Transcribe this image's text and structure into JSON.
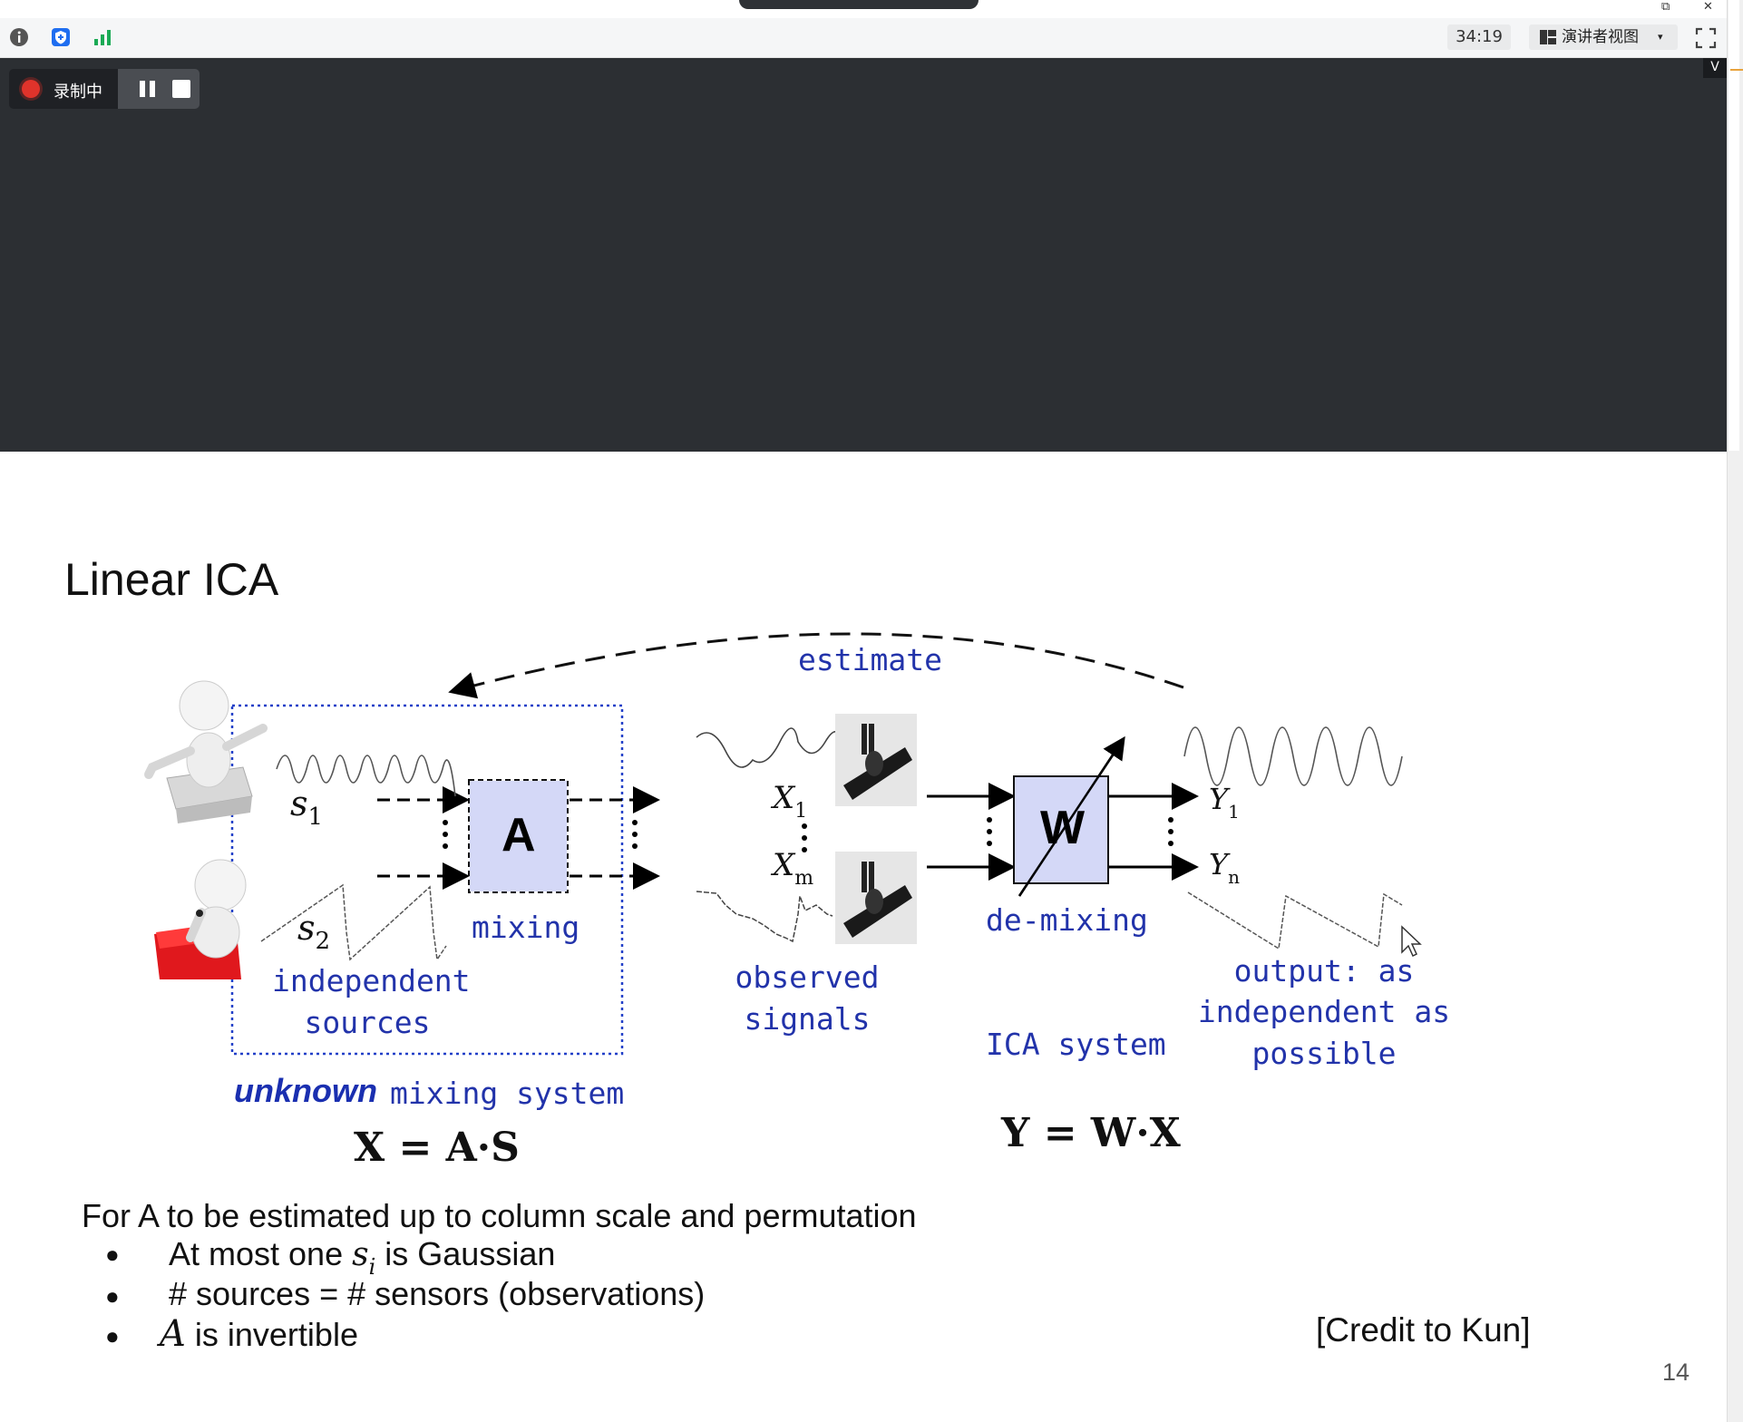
{
  "window": {
    "title_tab": "",
    "restore_symbol": "⧉",
    "close_symbol": "✕"
  },
  "toolbar": {
    "info_icon": "info-icon",
    "shield_icon": "shield-icon",
    "signal_icon": "signal-icon",
    "timer": "34:19",
    "view_label": "演讲者视图",
    "view_caret": "▾",
    "fullscreen_icon": "fullscreen-icon"
  },
  "recording": {
    "label": "录制中",
    "collapse_symbol": "V"
  },
  "colors": {
    "dark_bg": "#2c2f33",
    "rec_red": "#e0332b",
    "diagram_blue": "#2233aa",
    "box_fill": "#d4d8f7"
  },
  "slide": {
    "title": "Linear ICA",
    "diagram": {
      "estimate": "estimate",
      "s1": "s",
      "s1_sub": "1",
      "s2": "s",
      "s2_sub": "2",
      "independent": "independent",
      "sources": "sources",
      "box_a": "A",
      "mixing": "mixing",
      "unknown": "unknown",
      "mixing_system": "mixing system",
      "eq_left": "X = A·S",
      "x1": "X",
      "x1_sub": "1",
      "xm": "X",
      "xm_sub": "m",
      "observed": "observed",
      "signals": "signals",
      "box_w": "W",
      "demixing": "de-mixing",
      "ica_system": "ICA system",
      "y1": "Y",
      "y1_sub": "1",
      "yn": "Y",
      "yn_sub": "n",
      "output1": "output: as",
      "output2": "independent as",
      "output3": "possible",
      "eq_right": "Y = W·X"
    },
    "intro": "For A to be estimated up to column scale and permutation",
    "bullets": [
      {
        "pre": "At most one ",
        "math": "s",
        "math_sub": "i",
        "post": " is Gaussian"
      },
      {
        "pre": "# sources = # sensors (observations)"
      },
      {
        "math": "A",
        "post": " is invertible"
      }
    ],
    "bullet_char": "●",
    "credit": "[Credit to Kun]",
    "page_number": "14"
  }
}
